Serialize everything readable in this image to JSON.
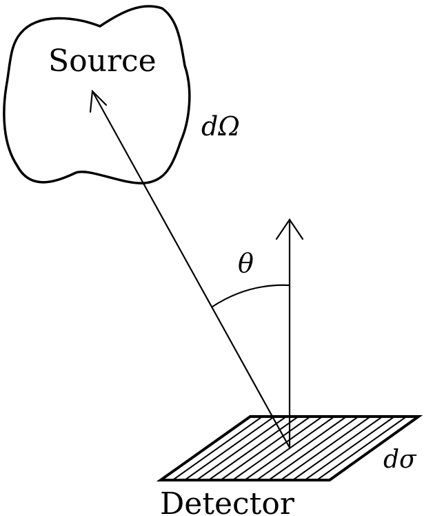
{
  "labels": {
    "source": "Source",
    "solid_angle": "dΩ",
    "angle": "θ",
    "area_element": "dσ",
    "detector": "Detector"
  },
  "colors": {
    "stroke": "#000000",
    "background": "#ffffff"
  }
}
